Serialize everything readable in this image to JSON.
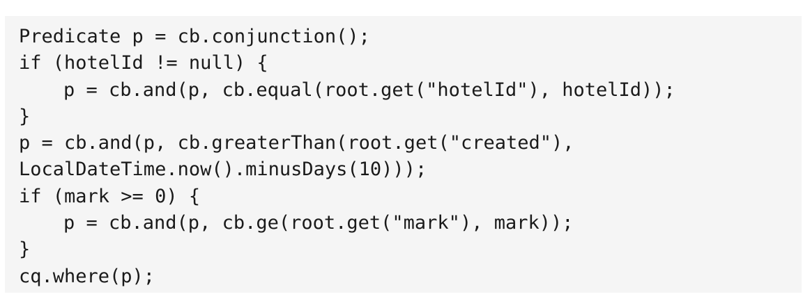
{
  "code": {
    "lines": [
      "Predicate p = cb.conjunction();",
      "if (hotelId != null) {",
      "p = cb.and(p, cb.equal(root.get(\"hotelId\"), hotelId));",
      "}",
      "p = cb.and(p, cb.greaterThan(root.get(\"created\"),",
      "LocalDateTime.now().minusDays(10)));",
      "if (mark >= 0) {",
      "p = cb.and(p, cb.ge(root.get(\"mark\"), mark));",
      "}",
      "cq.where(p);"
    ]
  },
  "colors": {
    "panel_background": "#f5f5f5",
    "text": "#1a1a1a"
  }
}
